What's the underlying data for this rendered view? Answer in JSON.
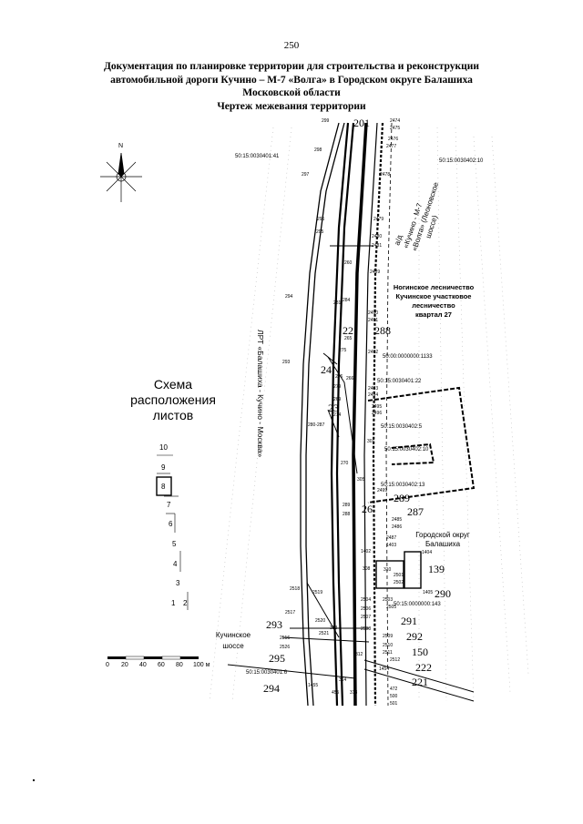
{
  "page": {
    "number": "250",
    "title_lines": [
      "Документация по планировке территории для строительства и реконструкции",
      "автомобильной дороги Кучино – М-7 «Волга» в Городском округе Балашиха",
      "Московской области",
      "Чертеж межевания территории"
    ]
  },
  "map": {
    "north_label": "N",
    "cadastral": {
      "q401_41": "50:15:0030401:41",
      "q402_10a": "50:15:0030402:10",
      "q000_1133": "50:00:0000000:1133",
      "q401_22": "50:15:0030401:22",
      "q402_5": "50:15:0030402:5",
      "q402_10b": "50:15:0030402:10",
      "q402_13": "50:15:0030402:13",
      "q000_143": "50:15:0000000:143",
      "q401_6": "50:15:0030401:6"
    },
    "road_label": [
      "а/д",
      "«Кучино - М-7",
      "«Волга» (Леоновское",
      "шоссе)"
    ],
    "forest_label": [
      "Ногинское лесничество",
      "Кучинское участковое",
      "лесничество",
      "квартал 27"
    ],
    "district_label": [
      "Городской округ",
      "Балашиха"
    ],
    "lrt_label": "ЛРТ «Балашиха - Кучино - Москва»",
    "kuchino_label": [
      "Кучинское",
      "шоссе"
    ],
    "big_numbers": {
      "n201": "201",
      "n22": "22",
      "n288": "288",
      "n24": "24",
      "n23": "23",
      "n289": "289",
      "n26": "26",
      "n287": "287",
      "n139": "139",
      "n290": "290",
      "n291": "291",
      "n292": "292",
      "n293": "293",
      "n150": "150",
      "n295": "295",
      "n222": "222",
      "n294": "294",
      "n221": "221"
    },
    "small_numbers": {
      "s299": "299",
      "s298": "298",
      "s297": "297",
      "s296": "296",
      "s295": "295",
      "s294": "294",
      "s293": "293",
      "s2474": "2474",
      "s2475": "2475",
      "s2476": "2476",
      "s2477": "2477",
      "s2478": "2478",
      "s2479": "2479",
      "s2480": "2480",
      "s2481": "2481",
      "s2489": "2489",
      "s2490": "2490",
      "s2491": "2491",
      "s2492": "2492",
      "s2493": "2493",
      "s2494": "2494",
      "s2495": "2495",
      "s2496": "2496",
      "s279": "279",
      "s276": "276",
      "s275": "275",
      "s270": "270",
      "s305": "305",
      "s301": "301",
      "s2499": "2499",
      "s289": "289",
      "s288": "288",
      "s2485": "2485",
      "s2486": "2486",
      "s2487": "2487",
      "s1402": "1402",
      "s1403": "1403",
      "s1404": "1404",
      "s1405": "1405",
      "s308": "308",
      "s310": "310",
      "s2501": "2501",
      "s2502": "2502",
      "s2503": "2503",
      "s2504": "2504",
      "s2505": "2505",
      "s2506": "2506",
      "s2507": "2507",
      "s2508": "2508",
      "s2509": "2509",
      "s2510": "2510",
      "s2511": "2511",
      "s2512": "2512",
      "s2518": "2518",
      "s2519": "2519",
      "s2517": "2517",
      "s2520": "2520",
      "s2521": "2521",
      "s2516": "2516",
      "s2526": "2526",
      "s318": "318",
      "s312": "312",
      "s1454": "1454",
      "s1455": "1455",
      "s314": "314",
      "s313": "313",
      "s455": "455",
      "s472": "472",
      "s500": "500",
      "s501": "501",
      "s280": "280-287",
      "s260": "260",
      "s281": "281",
      "s284": "284",
      "s265": "265",
      "s266": "266",
      "s269": "269",
      "s274": "274"
    }
  },
  "scheme": {
    "title_lines": [
      "Схема",
      "расположения",
      "листов"
    ],
    "sheets": [
      "10",
      "9",
      "8",
      "7",
      "6",
      "5",
      "4",
      "3",
      "1",
      "2"
    ],
    "current_sheet": "8"
  },
  "scale_bar": {
    "ticks": [
      "0",
      "20",
      "40",
      "60",
      "80",
      "100 м"
    ]
  }
}
